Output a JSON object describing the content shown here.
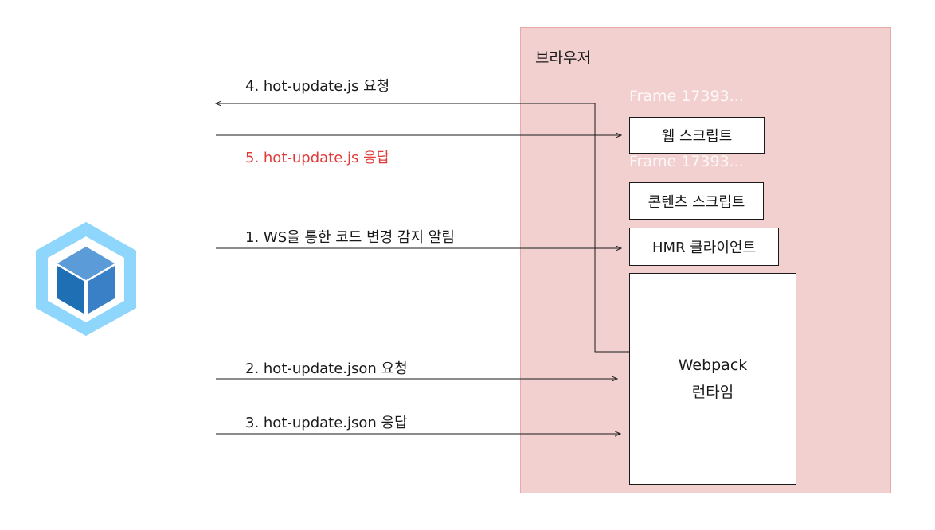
{
  "browser": {
    "title": "브라우저",
    "ghost_labels": [
      "Frame 17393...",
      "Frame 17393..."
    ]
  },
  "components": {
    "web_script": "웹 스크립트",
    "content_script": "콘텐츠 스크립트",
    "hmr_client": "HMR 클라이언트",
    "runtime_line1": "Webpack",
    "runtime_line2": "런타임"
  },
  "messages": {
    "step4": "4. hot-update.js 요청",
    "step5": "5. hot-update.js 응답",
    "step1": "1. WS을 통한 코드 변경 감지 알림",
    "step2": "2. hot-update.json 요청",
    "step3": "3. hot-update.json 응답"
  },
  "colors": {
    "browser_bg": "#f3d0d0",
    "browser_border": "#e9a9a9",
    "highlight": "#e03a3a",
    "logo_light": "#8ed6fb",
    "logo_dark": "#1c78c0"
  },
  "icons": {
    "server": "webpack-logo-icon"
  }
}
